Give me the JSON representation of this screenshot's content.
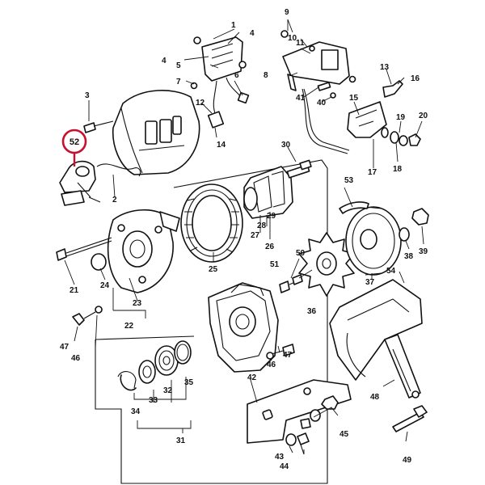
{
  "highlight": {
    "label": "52",
    "color": "#c8102e"
  },
  "callouts": {
    "n1": "1",
    "n2": "2",
    "n3": "3",
    "n4a": "4",
    "n4b": "4",
    "n5": "5",
    "n6": "6",
    "n7": "7",
    "n8": "8",
    "n9": "9",
    "n10": "10",
    "n11": "11",
    "n12": "12",
    "n13": "13",
    "n14": "14",
    "n15": "15",
    "n16": "16",
    "n17": "17",
    "n18": "18",
    "n19": "19",
    "n20": "20",
    "n21": "21",
    "n22": "22",
    "n23": "23",
    "n24": "24",
    "n25": "25",
    "n26": "26",
    "n27": "27",
    "n28": "28",
    "n29": "29",
    "n30": "30",
    "n31": "31",
    "n32": "32",
    "n33": "33",
    "n34": "34",
    "n35": "35",
    "n36": "36",
    "n37": "37",
    "n38": "38",
    "n39": "39",
    "n40": "40",
    "n41": "41",
    "n42": "42",
    "n43": "43",
    "n44": "44",
    "n45": "45",
    "n46a": "46",
    "n46b": "46",
    "n47a": "47",
    "n47b": "47",
    "n48": "48",
    "n49": "49",
    "n50": "50",
    "n51": "51",
    "n53": "53",
    "n54": "54"
  }
}
